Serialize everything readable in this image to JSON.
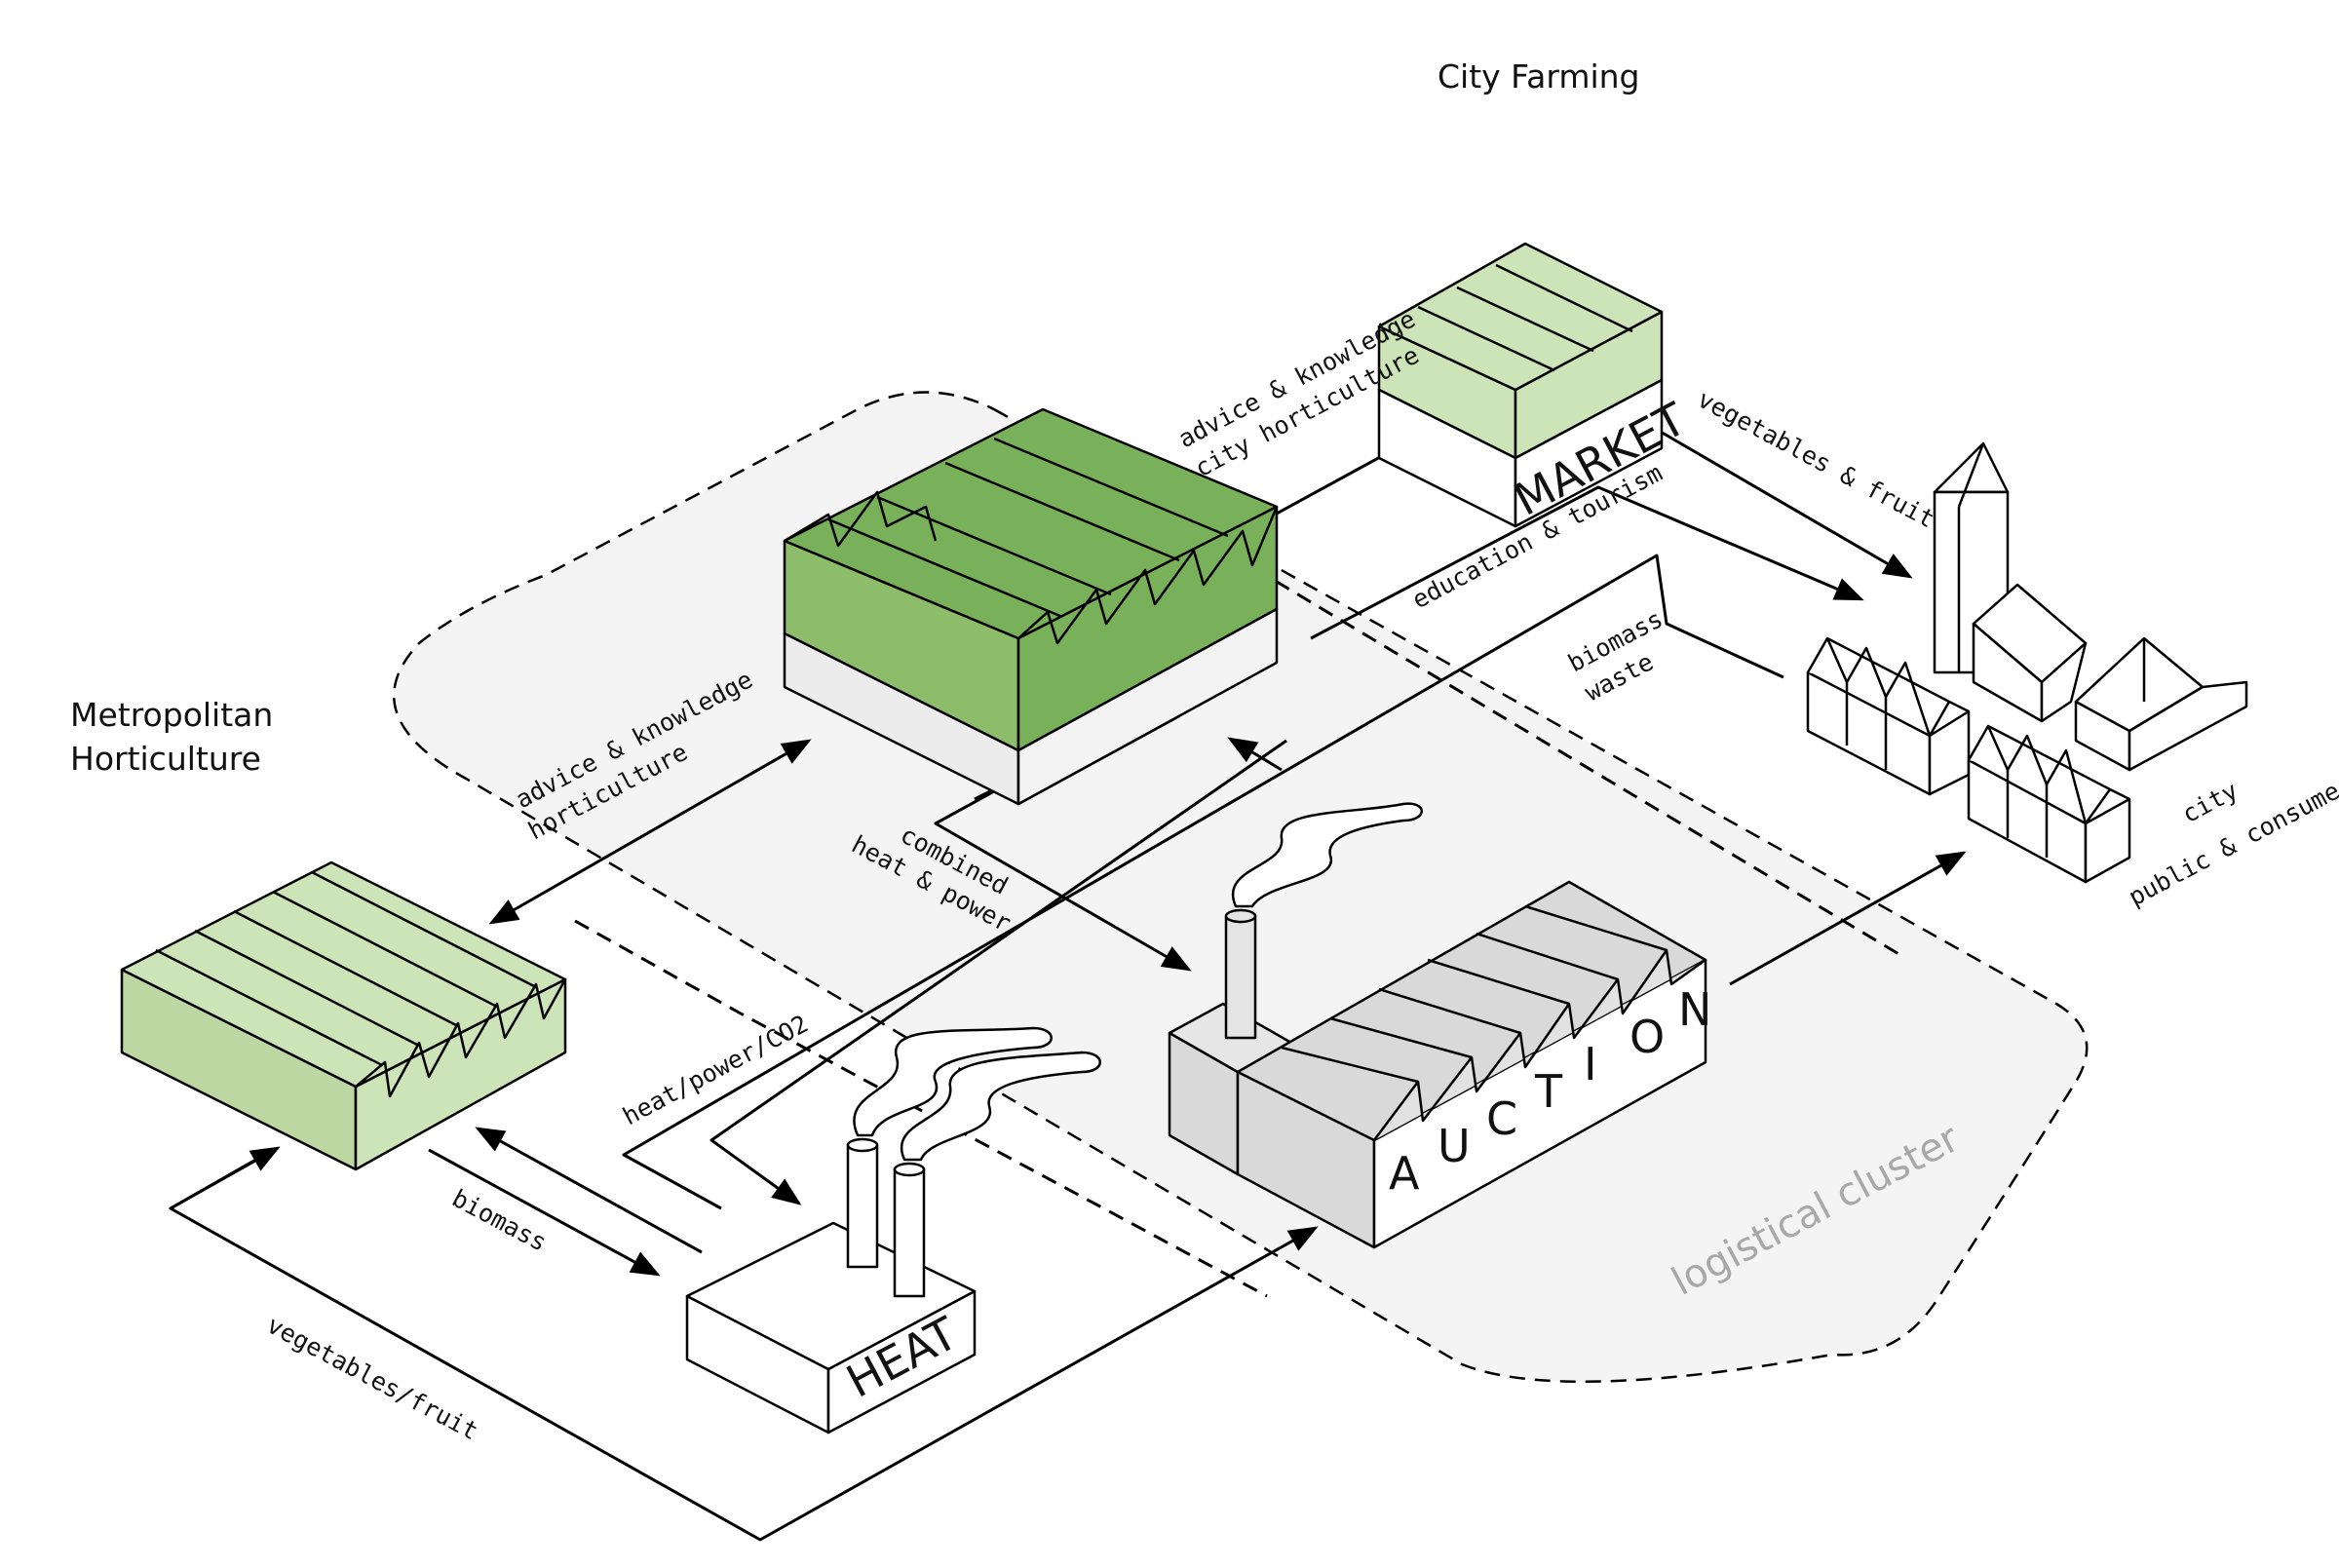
{
  "titles": {
    "city_farming": "City Farming",
    "metro_line1": "Metropolitan",
    "metro_line2": "Horticulture",
    "logistical_cluster": "logistical cluster"
  },
  "buildings": {
    "market": "MARKET",
    "heat": "HEAT",
    "auction": [
      "A",
      "U",
      "C",
      "T",
      "I",
      "O",
      "N"
    ]
  },
  "flows": {
    "advice_city_1": "advice & knowledge",
    "advice_city_2": "city horticulture",
    "vegetables_fruit_city": "vegetables & fruit",
    "education_tourism": "education & tourism",
    "biomass_waste_1": "biomass",
    "biomass_waste_2": "waste",
    "advice_hort_1": "advice & knowledge",
    "advice_hort_2": "horticulture",
    "chp_1": "combined",
    "chp_2": "heat & power",
    "heat_power_co2": "heat/power/CO2",
    "biomass": "biomass",
    "vegetables_fruit": "vegetables/fruit"
  },
  "city": {
    "line1": "city",
    "line2": "public & consumer"
  },
  "colors": {
    "light_green": "#cde3b8",
    "light_green_side": "#bcd7a1",
    "mid_green": "#8dbd6a",
    "dark_green": "#79b05a",
    "base_grey": "#ececec",
    "auction_grey": "#d9d9d9",
    "cluster_fill": "#f4f4f4"
  }
}
